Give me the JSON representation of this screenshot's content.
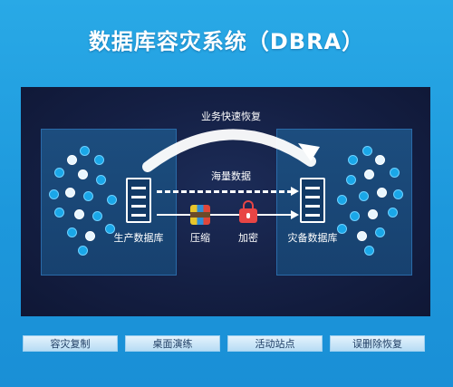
{
  "title": "数据库容灾系统（DBRA）",
  "diagram": {
    "top_label": "业务快速恢复",
    "middle_label": "海量数据",
    "left_label": "生产数据库",
    "right_label": "灾备数据库",
    "compress_label": "压缩",
    "encrypt_label": "加密"
  },
  "features": [
    "容灾复制",
    "桌面演练",
    "活动站点",
    "误删除恢复"
  ],
  "colors": {
    "background": "#1d98dc",
    "panel": "#141f43",
    "box": "#1b477a",
    "node": "#1aa7e8"
  },
  "icons": [
    "database-server-icon",
    "compress-icon",
    "lock-icon",
    "network-node-icon"
  ]
}
